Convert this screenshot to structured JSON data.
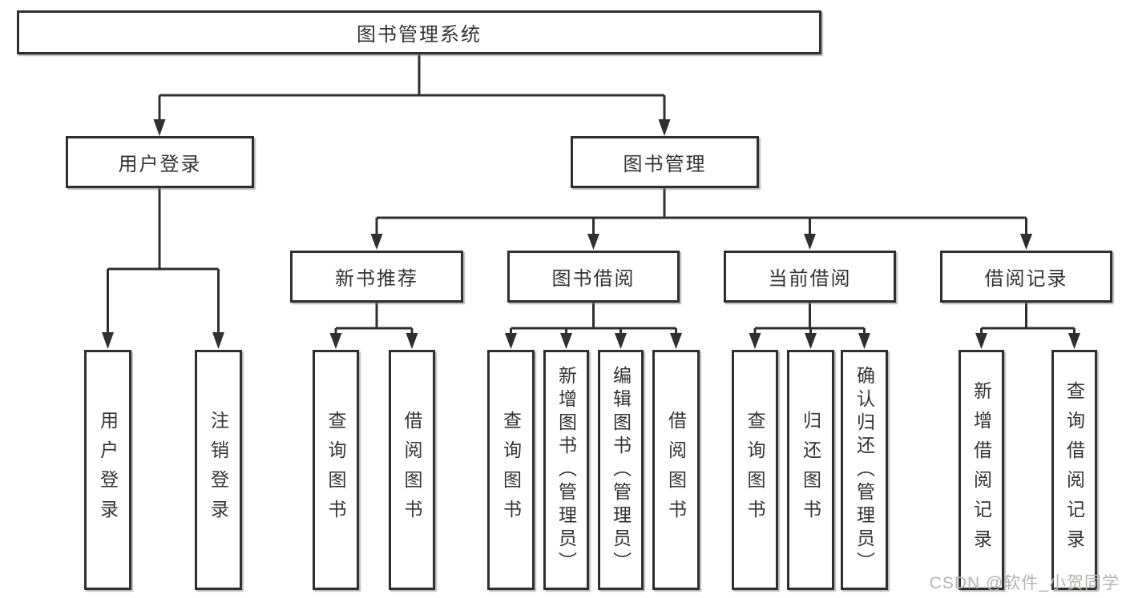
{
  "diagram": {
    "root": "图书管理系统",
    "branches": [
      {
        "label": "用户登录",
        "children": [
          "用户登录",
          "注销登录"
        ]
      },
      {
        "label": "图书管理",
        "groups": [
          {
            "label": "新书推荐",
            "children": [
              "查询图书",
              "借阅图书"
            ]
          },
          {
            "label": "图书借阅",
            "children": [
              "查询图书",
              "新增图书（管理员）",
              "编辑图书（管理员）",
              "借阅图书"
            ]
          },
          {
            "label": "当前借阅",
            "children": [
              "查询图书",
              "归还图书",
              "确认归还（管理员）"
            ]
          },
          {
            "label": "借阅记录",
            "children": [
              "新增借阅记录",
              "查询借阅记录"
            ]
          }
        ]
      }
    ]
  },
  "watermark": "CSDN @软件_小贺同学"
}
